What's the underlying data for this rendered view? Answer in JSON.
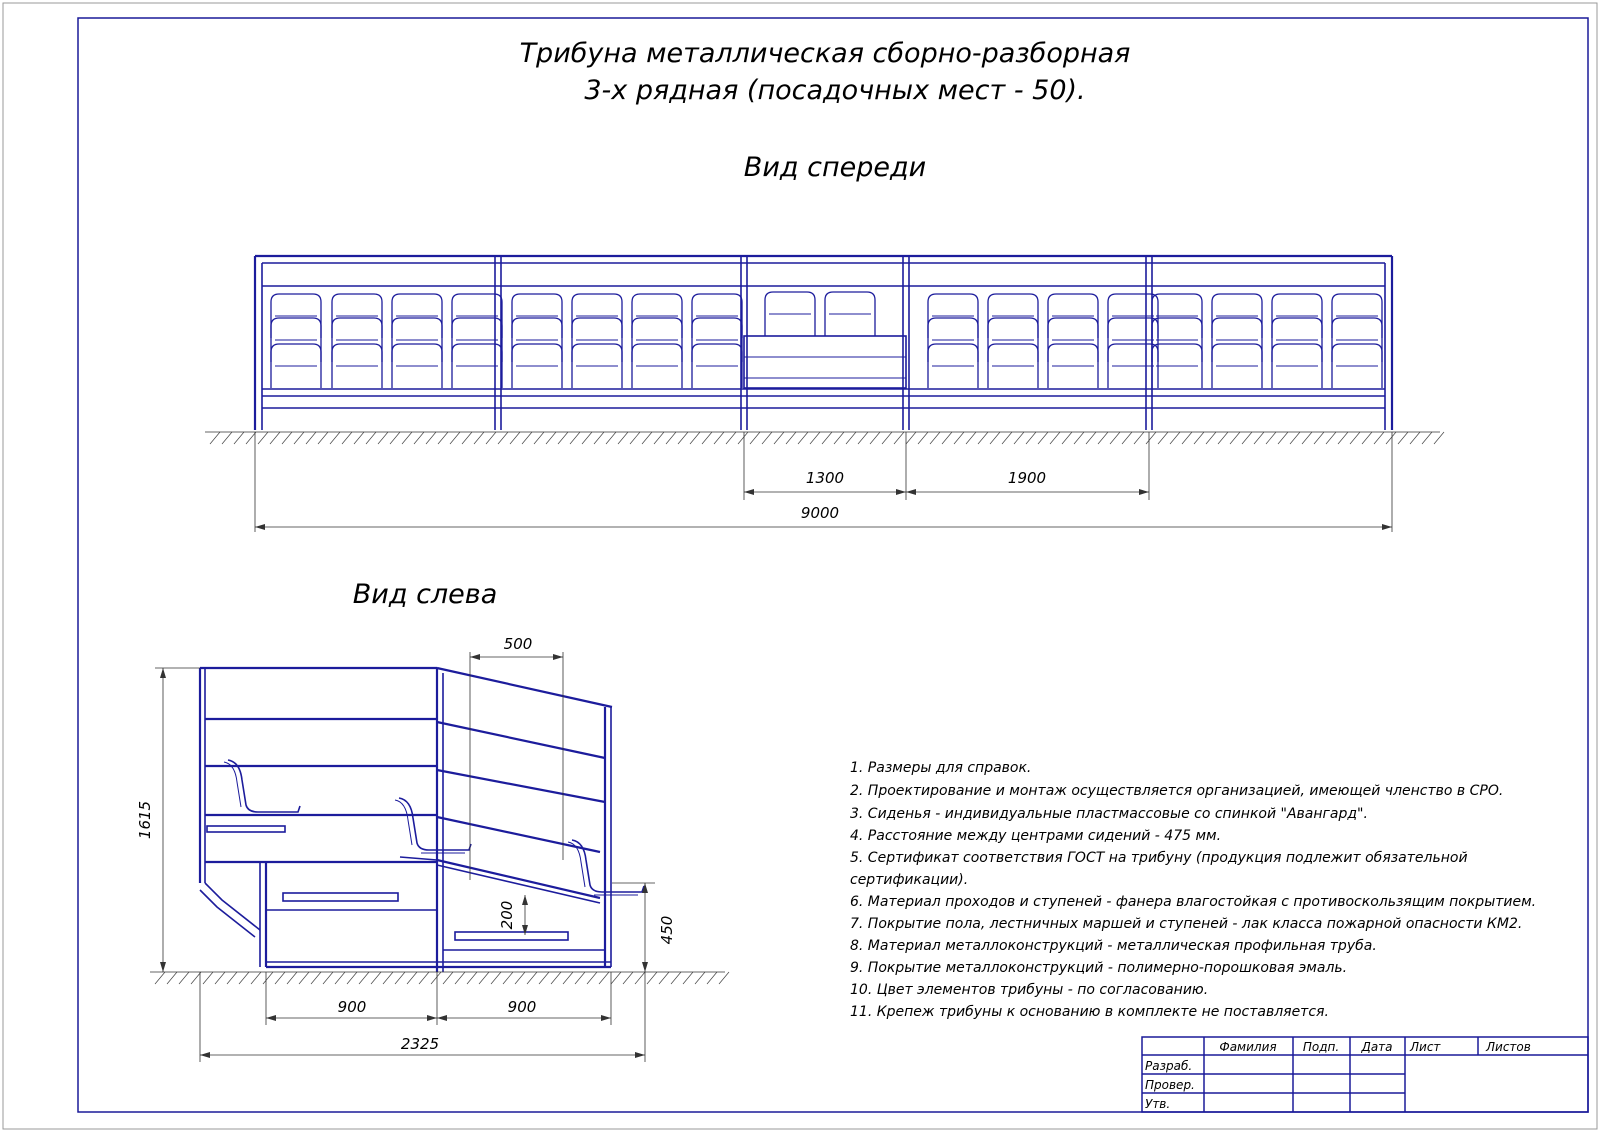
{
  "title": {
    "line1": "Трибуна металлическая сборно-разборная",
    "line2": "3-х рядная (посадочных мест - 50)."
  },
  "views": {
    "front": "Вид спереди",
    "left": "Вид слева"
  },
  "dimensions": {
    "front_total": "9000",
    "front_mid": "1300",
    "front_section": "1900",
    "side_height": "1615",
    "side_step": "500",
    "side_riser": "200",
    "side_seat_h": "450",
    "side_depth1": "900",
    "side_depth2": "900",
    "side_total": "2325"
  },
  "notes": [
    "1.  Размеры для справок.",
    "2.  Проектирование и монтаж осуществляется организацией, имеющей членство в СРО.",
    "3.  Сиденья - индивидуальные пластмассовые со спинкой \"Авангард\".",
    "4.  Расстояние между центрами сидений - 475 мм.",
    "5.  Сертификат   соответствия   ГОСТ   на   трибуну   (продукция   подлежит   обязательной",
    "сертификации).",
    "6.  Материал проходов и ступеней - фанера влагостойкая с противоскользящим покрытием.",
    "7.  Покрытие пола, лестничных маршей и ступеней - лак класса пожарной опасности КМ2.",
    "8.  Материал металлоконструкций - металлическая профильная труба.",
    "9.  Покрытие металлоконструкций - полимерно-порошковая эмаль.",
    "10.  Цвет элементов трибуны - по согласованию.",
    "11.  Крепеж трибуны к основанию в комплекте не поставляется."
  ],
  "title_block": {
    "headers": [
      "Фамилия",
      "Подп.",
      "Дата",
      "Лист",
      "Листов"
    ],
    "rows": [
      "Разраб.",
      "Провер.",
      "Утв."
    ]
  },
  "colors": {
    "frame": "#1c1c9c",
    "dimension": "#333333"
  }
}
